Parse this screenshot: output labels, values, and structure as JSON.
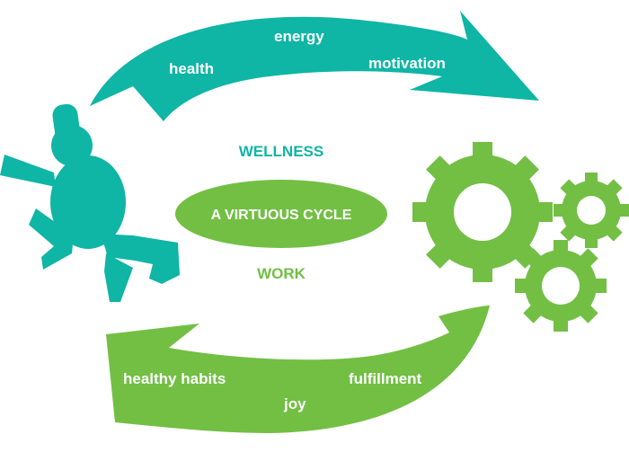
{
  "colors": {
    "teal": "#0fb5a5",
    "green": "#72bf44",
    "background": "#ffffff",
    "text_on_shape": "#ffffff"
  },
  "top_arrow": {
    "labels": [
      "health",
      "energy",
      "motivation"
    ]
  },
  "bottom_arrow": {
    "labels": [
      "healthy habits",
      "joy",
      "fulfillment"
    ]
  },
  "center": {
    "top_label": "WELLNESS",
    "ellipse_label": "A VIRTUOUS CYCLE",
    "bottom_label": "WORK"
  },
  "icons": {
    "person": "running-person-icon",
    "gears": "gears-icon"
  }
}
